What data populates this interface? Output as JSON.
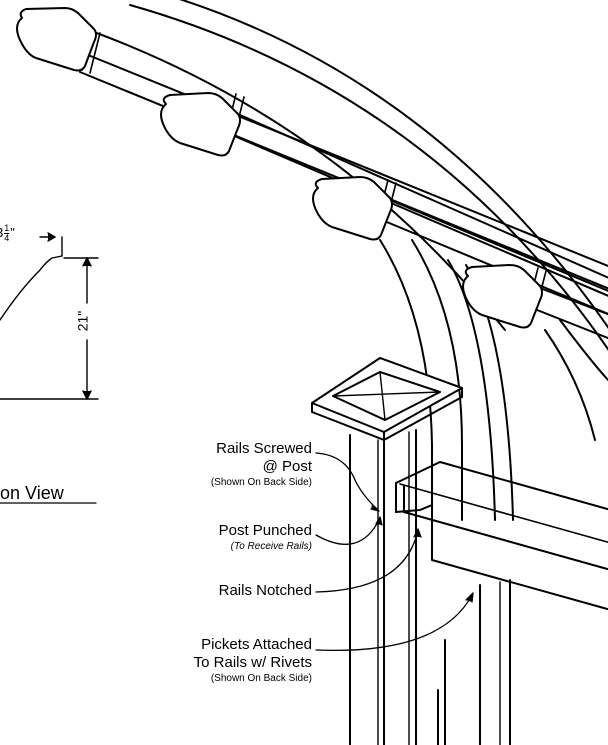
{
  "dimensions": {
    "height": "21\"",
    "offset_whole": "3",
    "offset_num": "1",
    "offset_den": "4",
    "offset_unit": "\""
  },
  "view_title": "on View",
  "callouts": [
    {
      "line1": "Rails Screwed",
      "line2": "@ Post",
      "note": "(Shown On Back Side)",
      "note_style": "normal"
    },
    {
      "line1": "Post Punched",
      "note": "(To Receive Rails)",
      "note_style": "italic"
    },
    {
      "line1": "Rails Notched"
    },
    {
      "line1": "Pickets Attached",
      "line2": "To Rails w/ Rivets",
      "note": "(Shown On Back Side)",
      "note_style": "normal"
    }
  ]
}
